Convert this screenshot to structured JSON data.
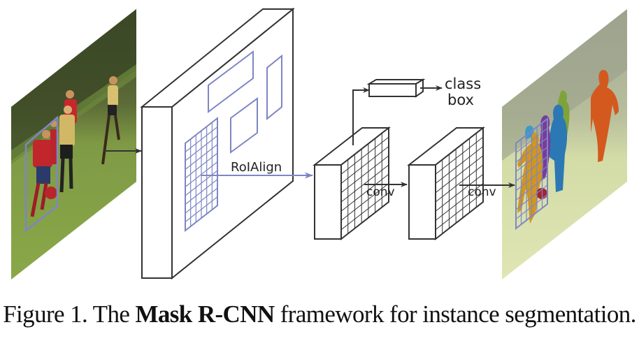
{
  "figure": {
    "caption": {
      "prefix": "Figure 1. The ",
      "bold": "Mask R-CNN",
      "suffix": " framework for instance segmentation."
    }
  },
  "diagram": {
    "stages": [
      {
        "id": "input-image",
        "label": "",
        "description": "Input image: children playing soccer with a blue RoI box around a player"
      },
      {
        "id": "backbone-feature-map",
        "label": "",
        "description": "Feature map with four RoI proposals, one gridded"
      },
      {
        "id": "roi-features",
        "label": "",
        "description": "RoI feature tensor with grid"
      },
      {
        "id": "fc-head",
        "label": "",
        "description": "Box/class head"
      },
      {
        "id": "mask-features",
        "label": "",
        "description": "Mask head feature tensor"
      },
      {
        "id": "output-image",
        "label": "",
        "description": "Output image with colored instance masks"
      }
    ],
    "labels": {
      "roi_align": "RoIAlign",
      "class": "class",
      "box": "box",
      "conv1": "conv",
      "conv2": "conv"
    },
    "colors": {
      "stroke": "#333333",
      "roi_blue": "#7d86c4",
      "mask_orange": "#d4591f",
      "mask_blue": "#2b78b5",
      "mask_green": "#7ea33a",
      "mask_purple": "#7a3b9a",
      "mask_gold": "#d2961e",
      "mask_cyan": "#3d9ac8",
      "mask_red": "#a32430"
    }
  }
}
